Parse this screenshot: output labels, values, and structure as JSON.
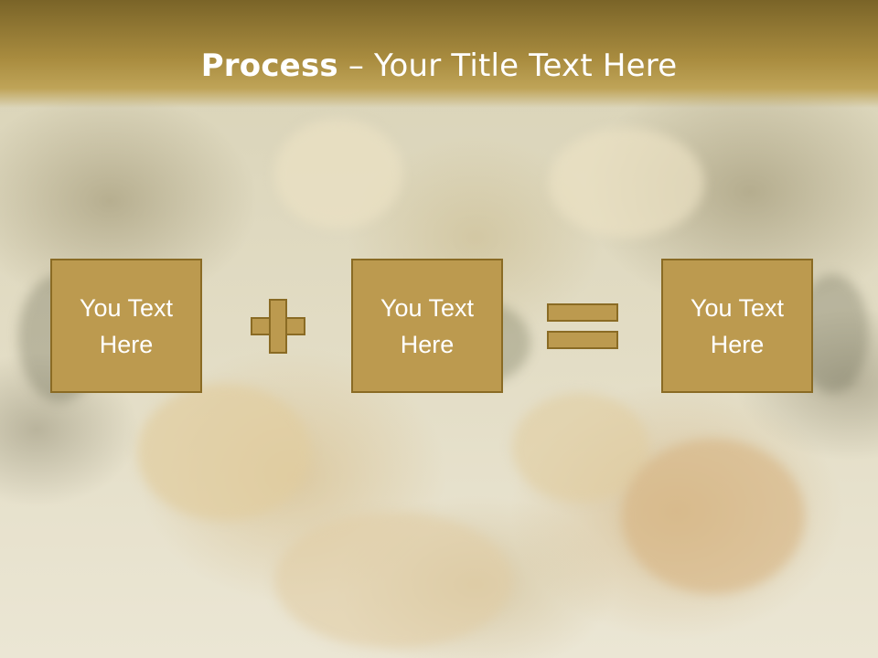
{
  "slide": {
    "title_bold": "Process",
    "title_rest": " – Your Title Text Here"
  },
  "process": {
    "boxes": [
      {
        "text": "You Text Here"
      },
      {
        "text": "You Text Here"
      },
      {
        "text": "You Text Here"
      }
    ],
    "operators": [
      "plus-icon",
      "equals-icon"
    ]
  },
  "colors": {
    "header": "#a98c3f",
    "box_fill": "#bc9a4f",
    "box_border": "#8a6b24",
    "text": "#ffffff"
  }
}
